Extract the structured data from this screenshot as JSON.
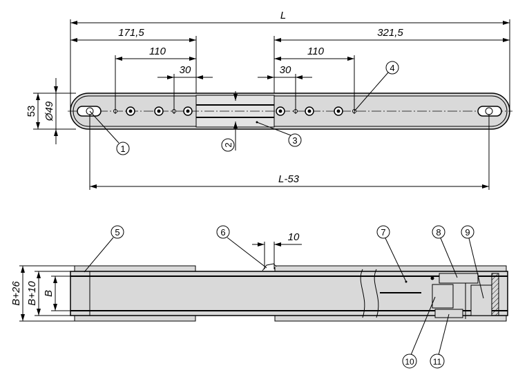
{
  "top_view": {
    "dimensions": {
      "overall_length": "L",
      "left_offset": "171,5",
      "right_offset": "321,5",
      "left_hole_spacing": "110",
      "right_hole_spacing": "110",
      "left_small_spacing": "30",
      "right_small_spacing": "30",
      "height": "53",
      "diameter": "Ø49",
      "slot_distance": "L-53"
    },
    "callouts": [
      "1",
      "2",
      "3",
      "4"
    ]
  },
  "side_view": {
    "dimensions": {
      "outer_width": "B+26",
      "mid_width": "B+10",
      "inner_width": "B",
      "gap": "10"
    },
    "callouts": [
      "5",
      "6",
      "7",
      "8",
      "9",
      "10",
      "11"
    ]
  },
  "colors": {
    "fill": "#d9d9d9",
    "line": "#000000"
  }
}
